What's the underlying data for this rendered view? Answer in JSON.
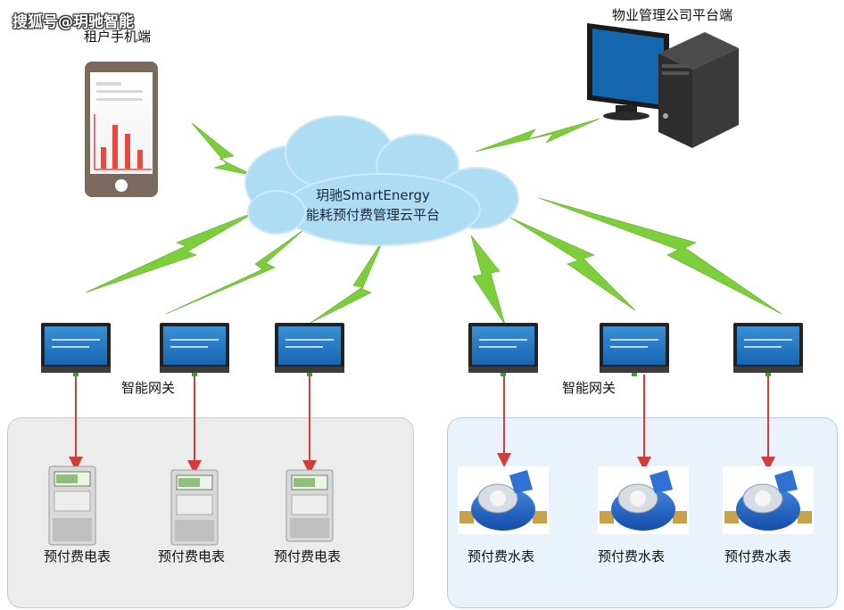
{
  "watermark": "搜狐号@玥驰智能",
  "nodes": {
    "mobile_label": "租户手机端",
    "pc_label": "物业管理公司平台端",
    "cloud": {
      "line1": "玥驰SmartEnergy",
      "line2": "能耗预付费管理云平台"
    },
    "gateway_label_left": "智能网关",
    "gateway_label_right": "智能网关",
    "electric_meters": [
      "预付费电表",
      "预付费电表",
      "预付费电表"
    ],
    "water_meters": [
      "预付费水表",
      "预付费水表",
      "预付费水表"
    ]
  },
  "colors": {
    "lightning": "#7ccf3a",
    "arrow": "#d23c3c",
    "cloud": "#aedcf3",
    "zone_electric": "#ececec",
    "zone_water": "#eaf2fb",
    "gateway_screen": "#1f78c8",
    "water_meter": "#1f63c9"
  }
}
